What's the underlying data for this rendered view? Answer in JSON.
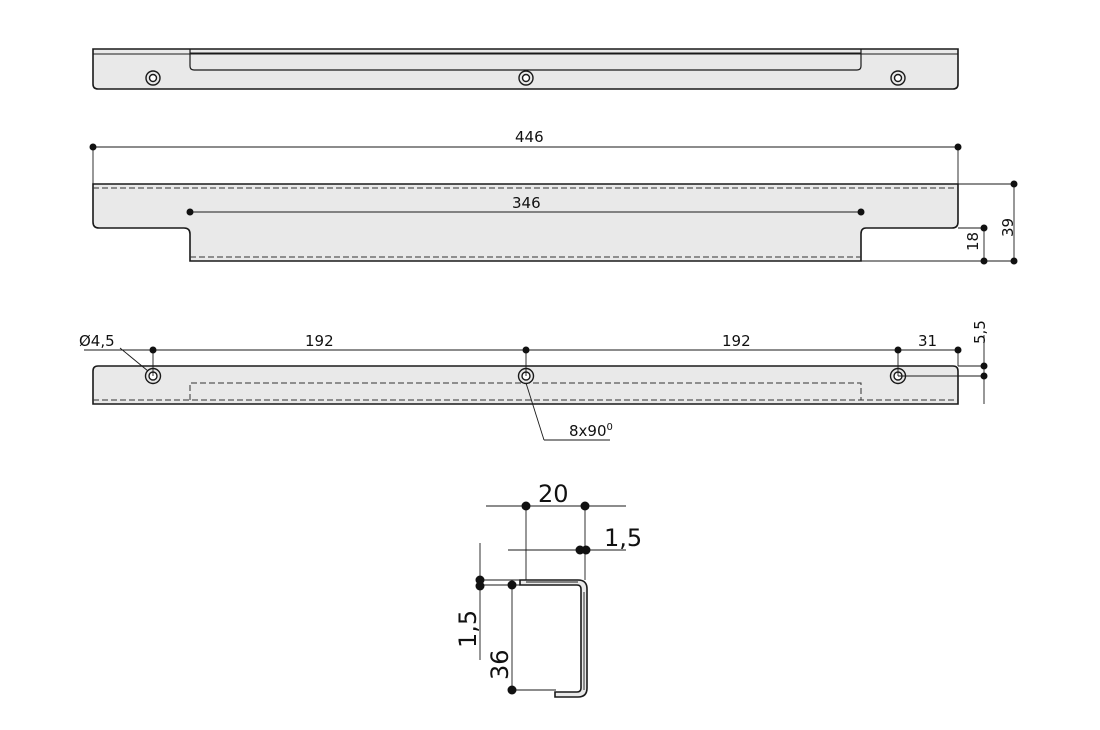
{
  "dimensions": {
    "overall_length": "446",
    "handle_length": "346",
    "height_total": "39",
    "height_step": "18",
    "hole_diameter": "Ø4,5",
    "pitch_left": "192",
    "pitch_right": "192",
    "end_offset": "31",
    "hole_height": "5,5",
    "countersink": "8x90",
    "countersink_degree": "0",
    "profile_width": "20",
    "thickness_top": "1,5",
    "thickness_side": "1,5",
    "profile_depth": "36"
  }
}
